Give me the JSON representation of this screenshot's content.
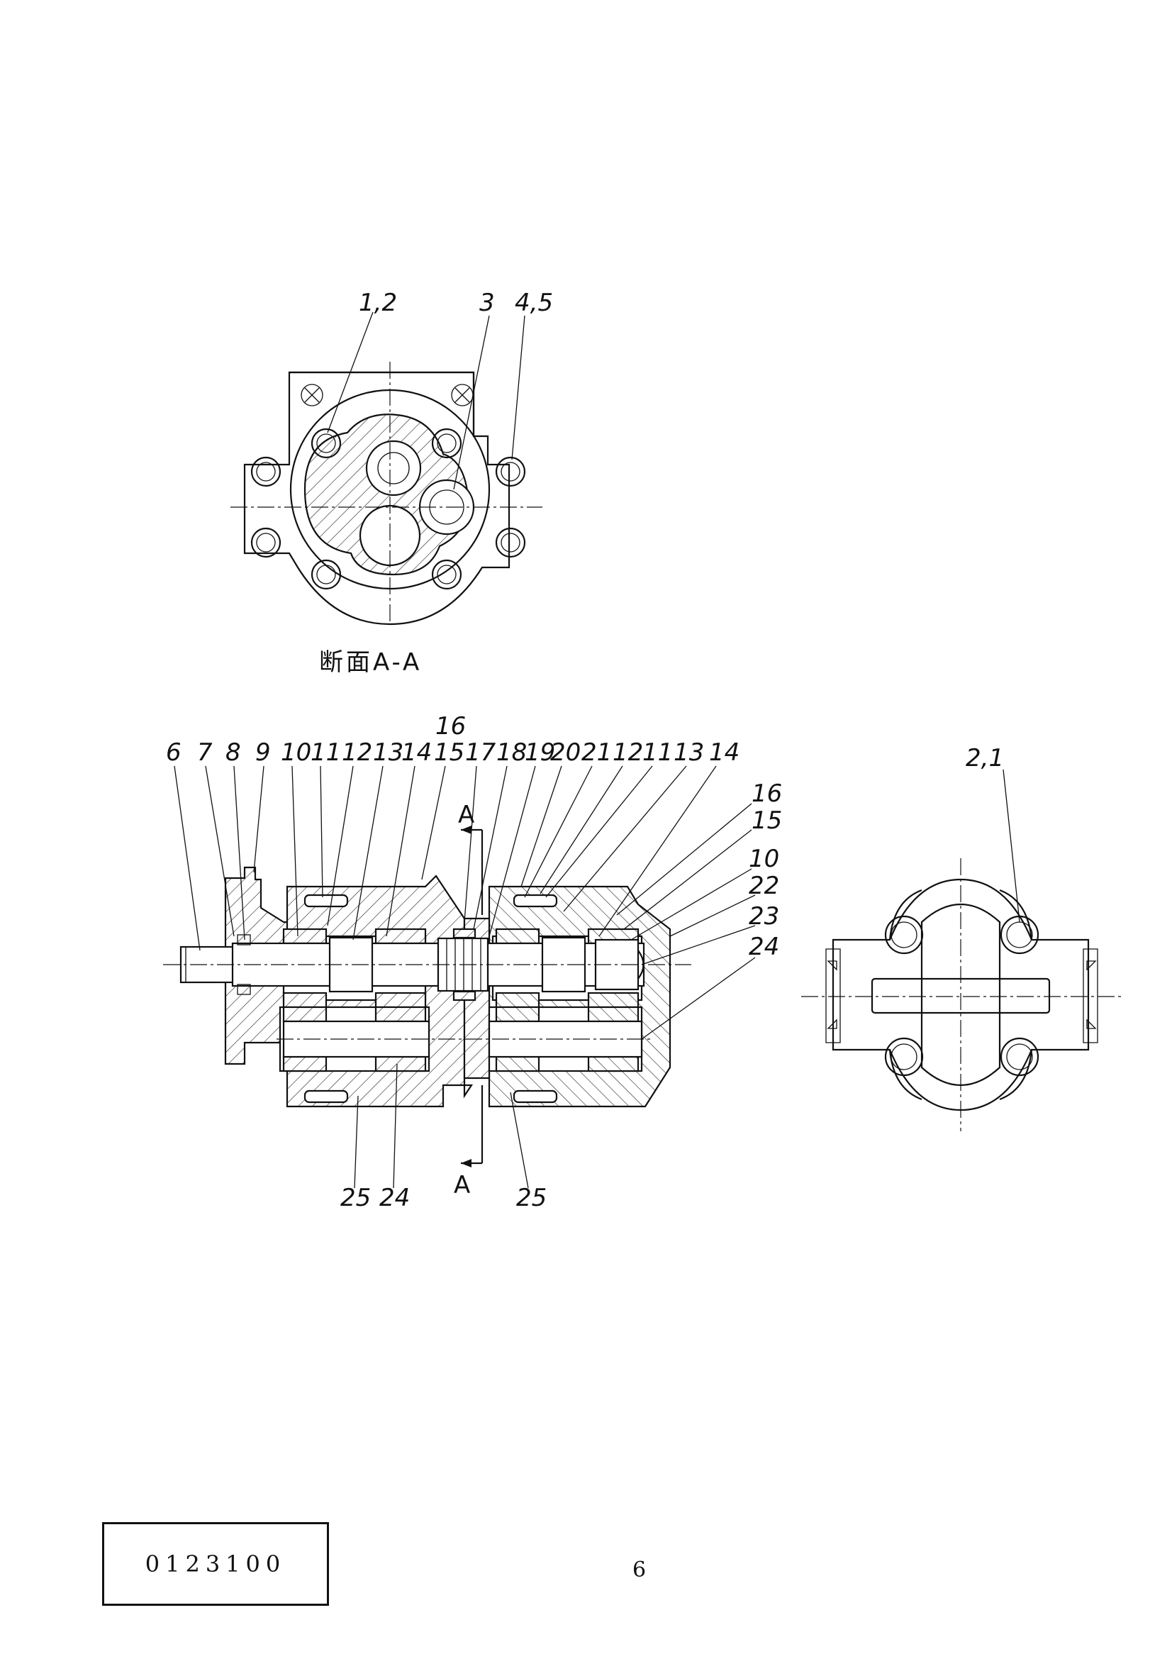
{
  "section_view": {
    "callouts": [
      "1,2",
      "3",
      "4,5"
    ],
    "caption": "断面A-A"
  },
  "main_view": {
    "top_callouts": [
      "6",
      "7",
      "8",
      "9",
      "10",
      "11",
      "12",
      "13",
      "14",
      "15",
      "17",
      "18",
      "19",
      "20",
      "21",
      "12",
      "11",
      "13",
      "14"
    ],
    "upper_callout": "16",
    "right_callouts": [
      "16",
      "15",
      "10",
      "22",
      "23",
      "24"
    ],
    "bottom_callouts": [
      "25",
      "24",
      "25"
    ],
    "section_mark": "A"
  },
  "end_view": {
    "callout": "2,1"
  },
  "footer": {
    "document_code": "0123100",
    "page_number": "6"
  }
}
